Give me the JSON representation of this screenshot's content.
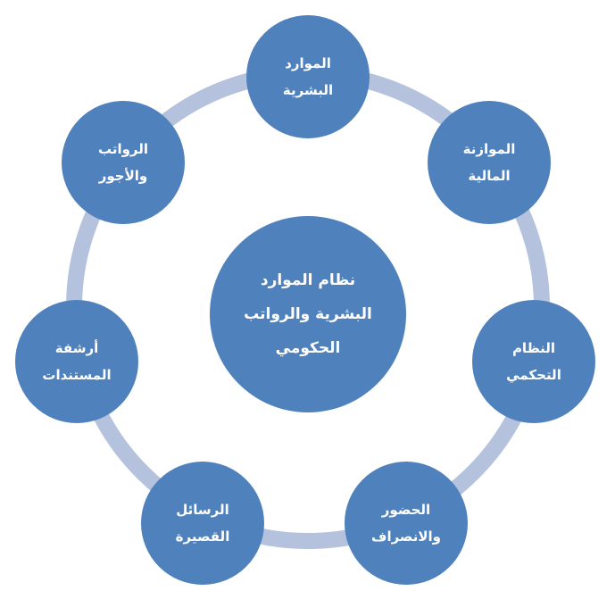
{
  "diagram": {
    "center": {
      "lines": [
        "نظام الموارد",
        "البشرية والرواتب",
        "الحكومي"
      ]
    },
    "nodes": [
      {
        "id": "hr",
        "lines": [
          "الموارد",
          "البشرية"
        ]
      },
      {
        "id": "budget",
        "lines": [
          "الموازنة",
          "المالية"
        ]
      },
      {
        "id": "control",
        "lines": [
          "النظام",
          "التحكمي"
        ]
      },
      {
        "id": "attendance",
        "lines": [
          "الحضور",
          "والانصراف"
        ]
      },
      {
        "id": "sms",
        "lines": [
          "الرسائل",
          "القصيرة"
        ]
      },
      {
        "id": "archive",
        "lines": [
          "أرشفة",
          "المستندات"
        ]
      },
      {
        "id": "payroll",
        "lines": [
          "الرواتب",
          "والأجور"
        ]
      }
    ],
    "colors": {
      "node": "#4f81bd",
      "ring": "#b4c2dd",
      "text": "#ffffff"
    }
  }
}
